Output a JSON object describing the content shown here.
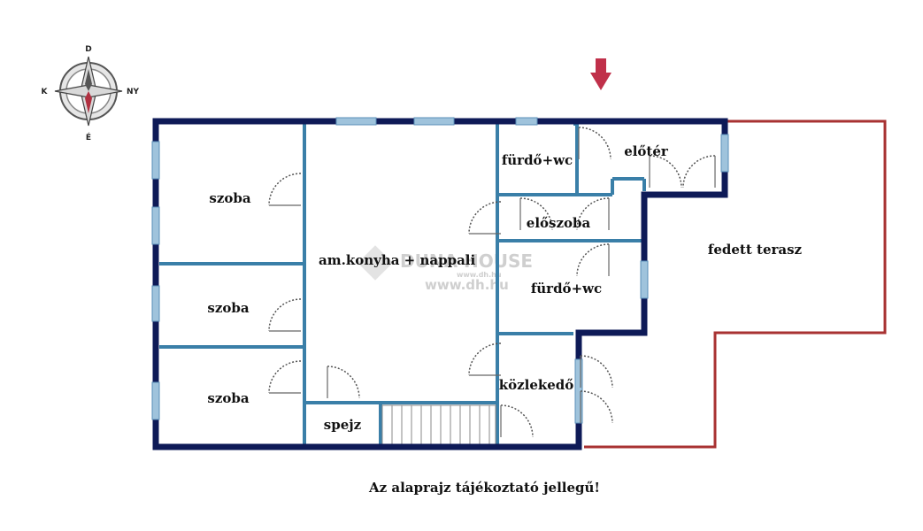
{
  "rooms": {
    "szoba_1": "szoba",
    "szoba_2": "szoba",
    "szoba_3": "szoba",
    "nappali": "am.konyha + nappali",
    "furdo_1": "fürdő+wc",
    "eloter": "előtér",
    "eloszoba": "előszoba",
    "furdo_2": "fürdő+wc",
    "kozlekedo": "közlekedő",
    "spejz": "spejz",
    "terasz": "fedett terasz"
  },
  "compass": {
    "north": "D",
    "east": "NY",
    "south": "É",
    "west": "K"
  },
  "watermark": {
    "brand": "DUNA HOUSE",
    "url": "www.dh.hu",
    "small": "www.dh.hu"
  },
  "disclaimer": "Az alaprajz tájékoztató jellegű!",
  "colors": {
    "wall": "#0e1a57",
    "inner_wall": "#3a7fa8",
    "terrace": "#a83232",
    "window": "#9fc3dc",
    "entrance_arrow": "#c0304a"
  }
}
